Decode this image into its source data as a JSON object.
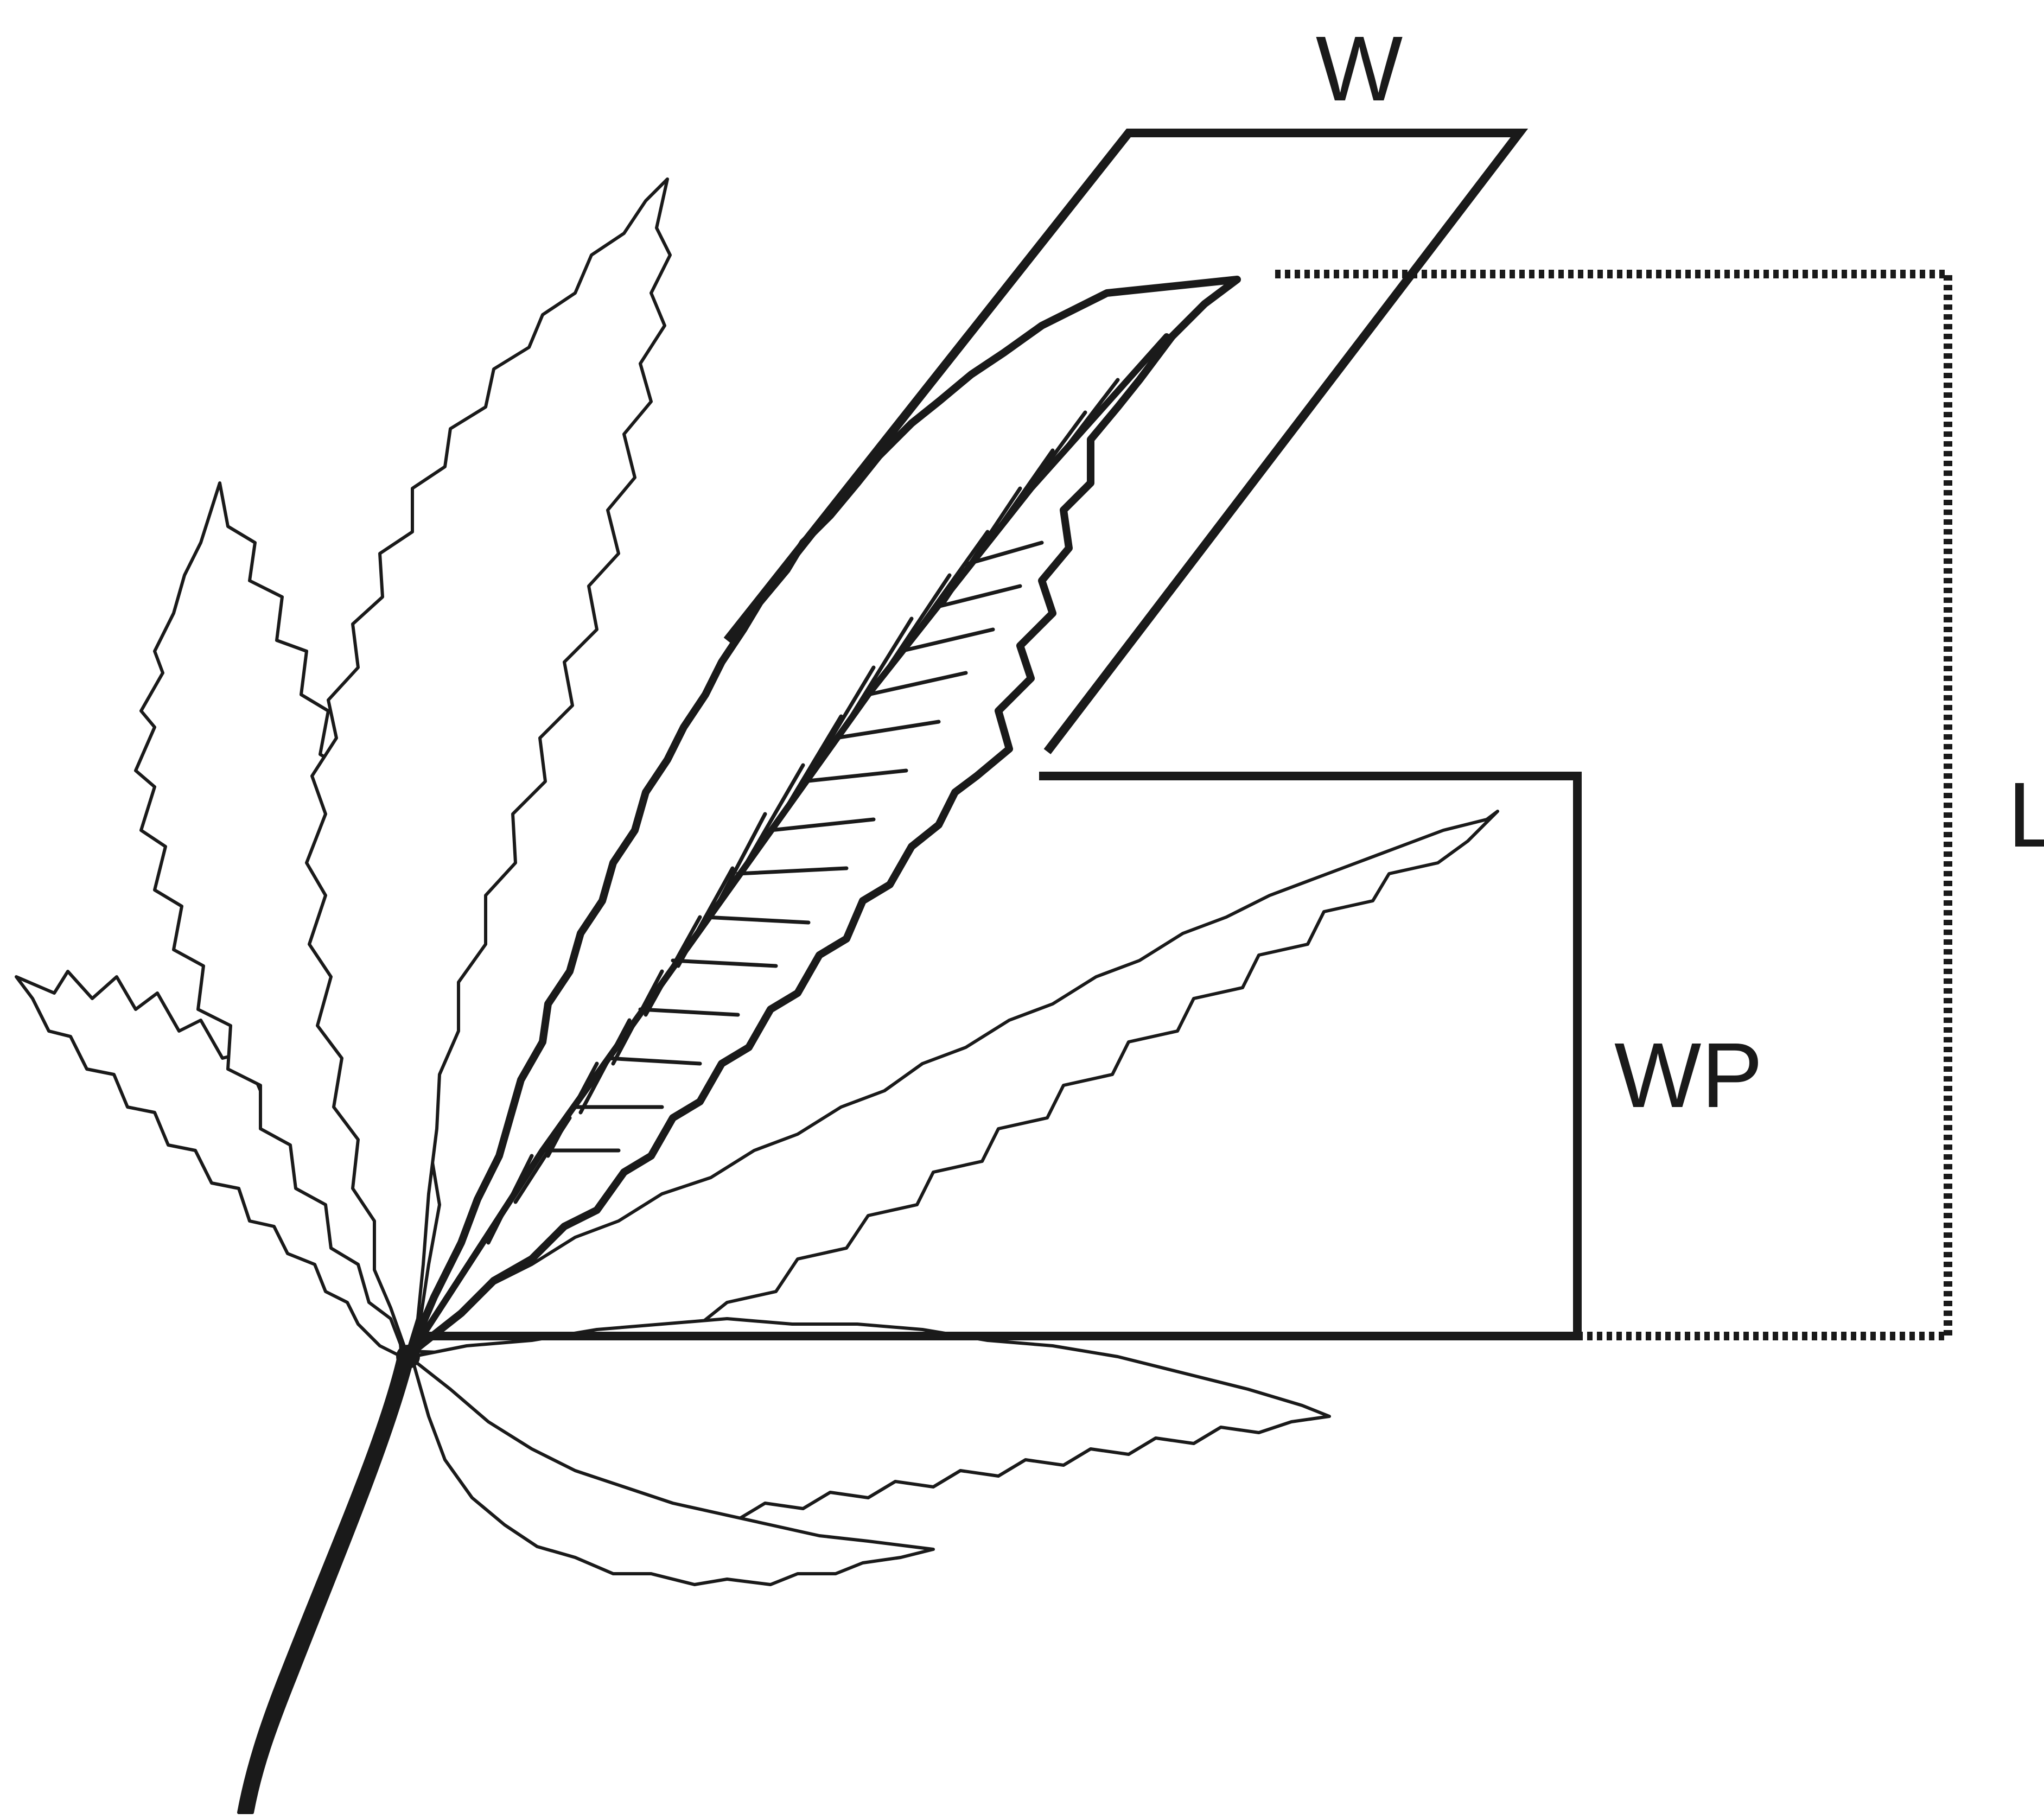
{
  "labels": {
    "width": "W",
    "width_position": "WP",
    "length": "L"
  },
  "colors": {
    "ink": "#1a1a1a",
    "background": "#ffffff"
  }
}
